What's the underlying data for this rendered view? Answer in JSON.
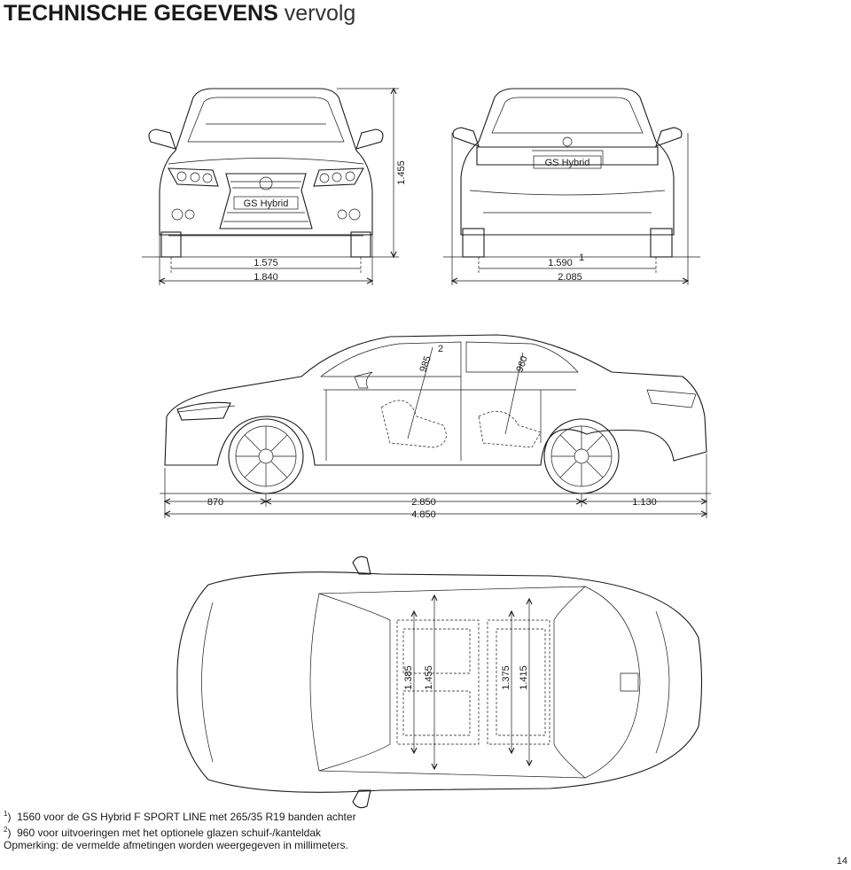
{
  "title": {
    "bold": "TECHNISCHE GEGEVENS",
    "light": "vervolg"
  },
  "front_view": {
    "height": "1.455",
    "track": "1.575",
    "width": "1.840",
    "badge": "GS Hybrid"
  },
  "rear_view": {
    "track": "1.590",
    "track_note": "1",
    "width": "2.085",
    "badge": "GS Hybrid"
  },
  "side_view": {
    "front_headroom": "985",
    "front_headroom_note": "2",
    "rear_headroom": "960",
    "front_overhang": "870",
    "wheelbase": "2.850",
    "rear_overhang": "1.130",
    "length": "4.850"
  },
  "top_view": {
    "front_shoulder": "1.385",
    "front_width": "1.455",
    "rear_shoulder": "1.375",
    "rear_width": "1.415"
  },
  "notes": {
    "n1_mark": "1",
    "n1": "1560 voor de GS Hybrid F SPORT LINE met 265/35 R19 banden achter",
    "n2_mark": "2",
    "n2": "960 voor uitvoeringen met het optionele glazen schuif-/kanteldak",
    "remark": "Opmerking: de vermelde afmetingen worden weergegeven in millimeters."
  },
  "page_number": "14"
}
